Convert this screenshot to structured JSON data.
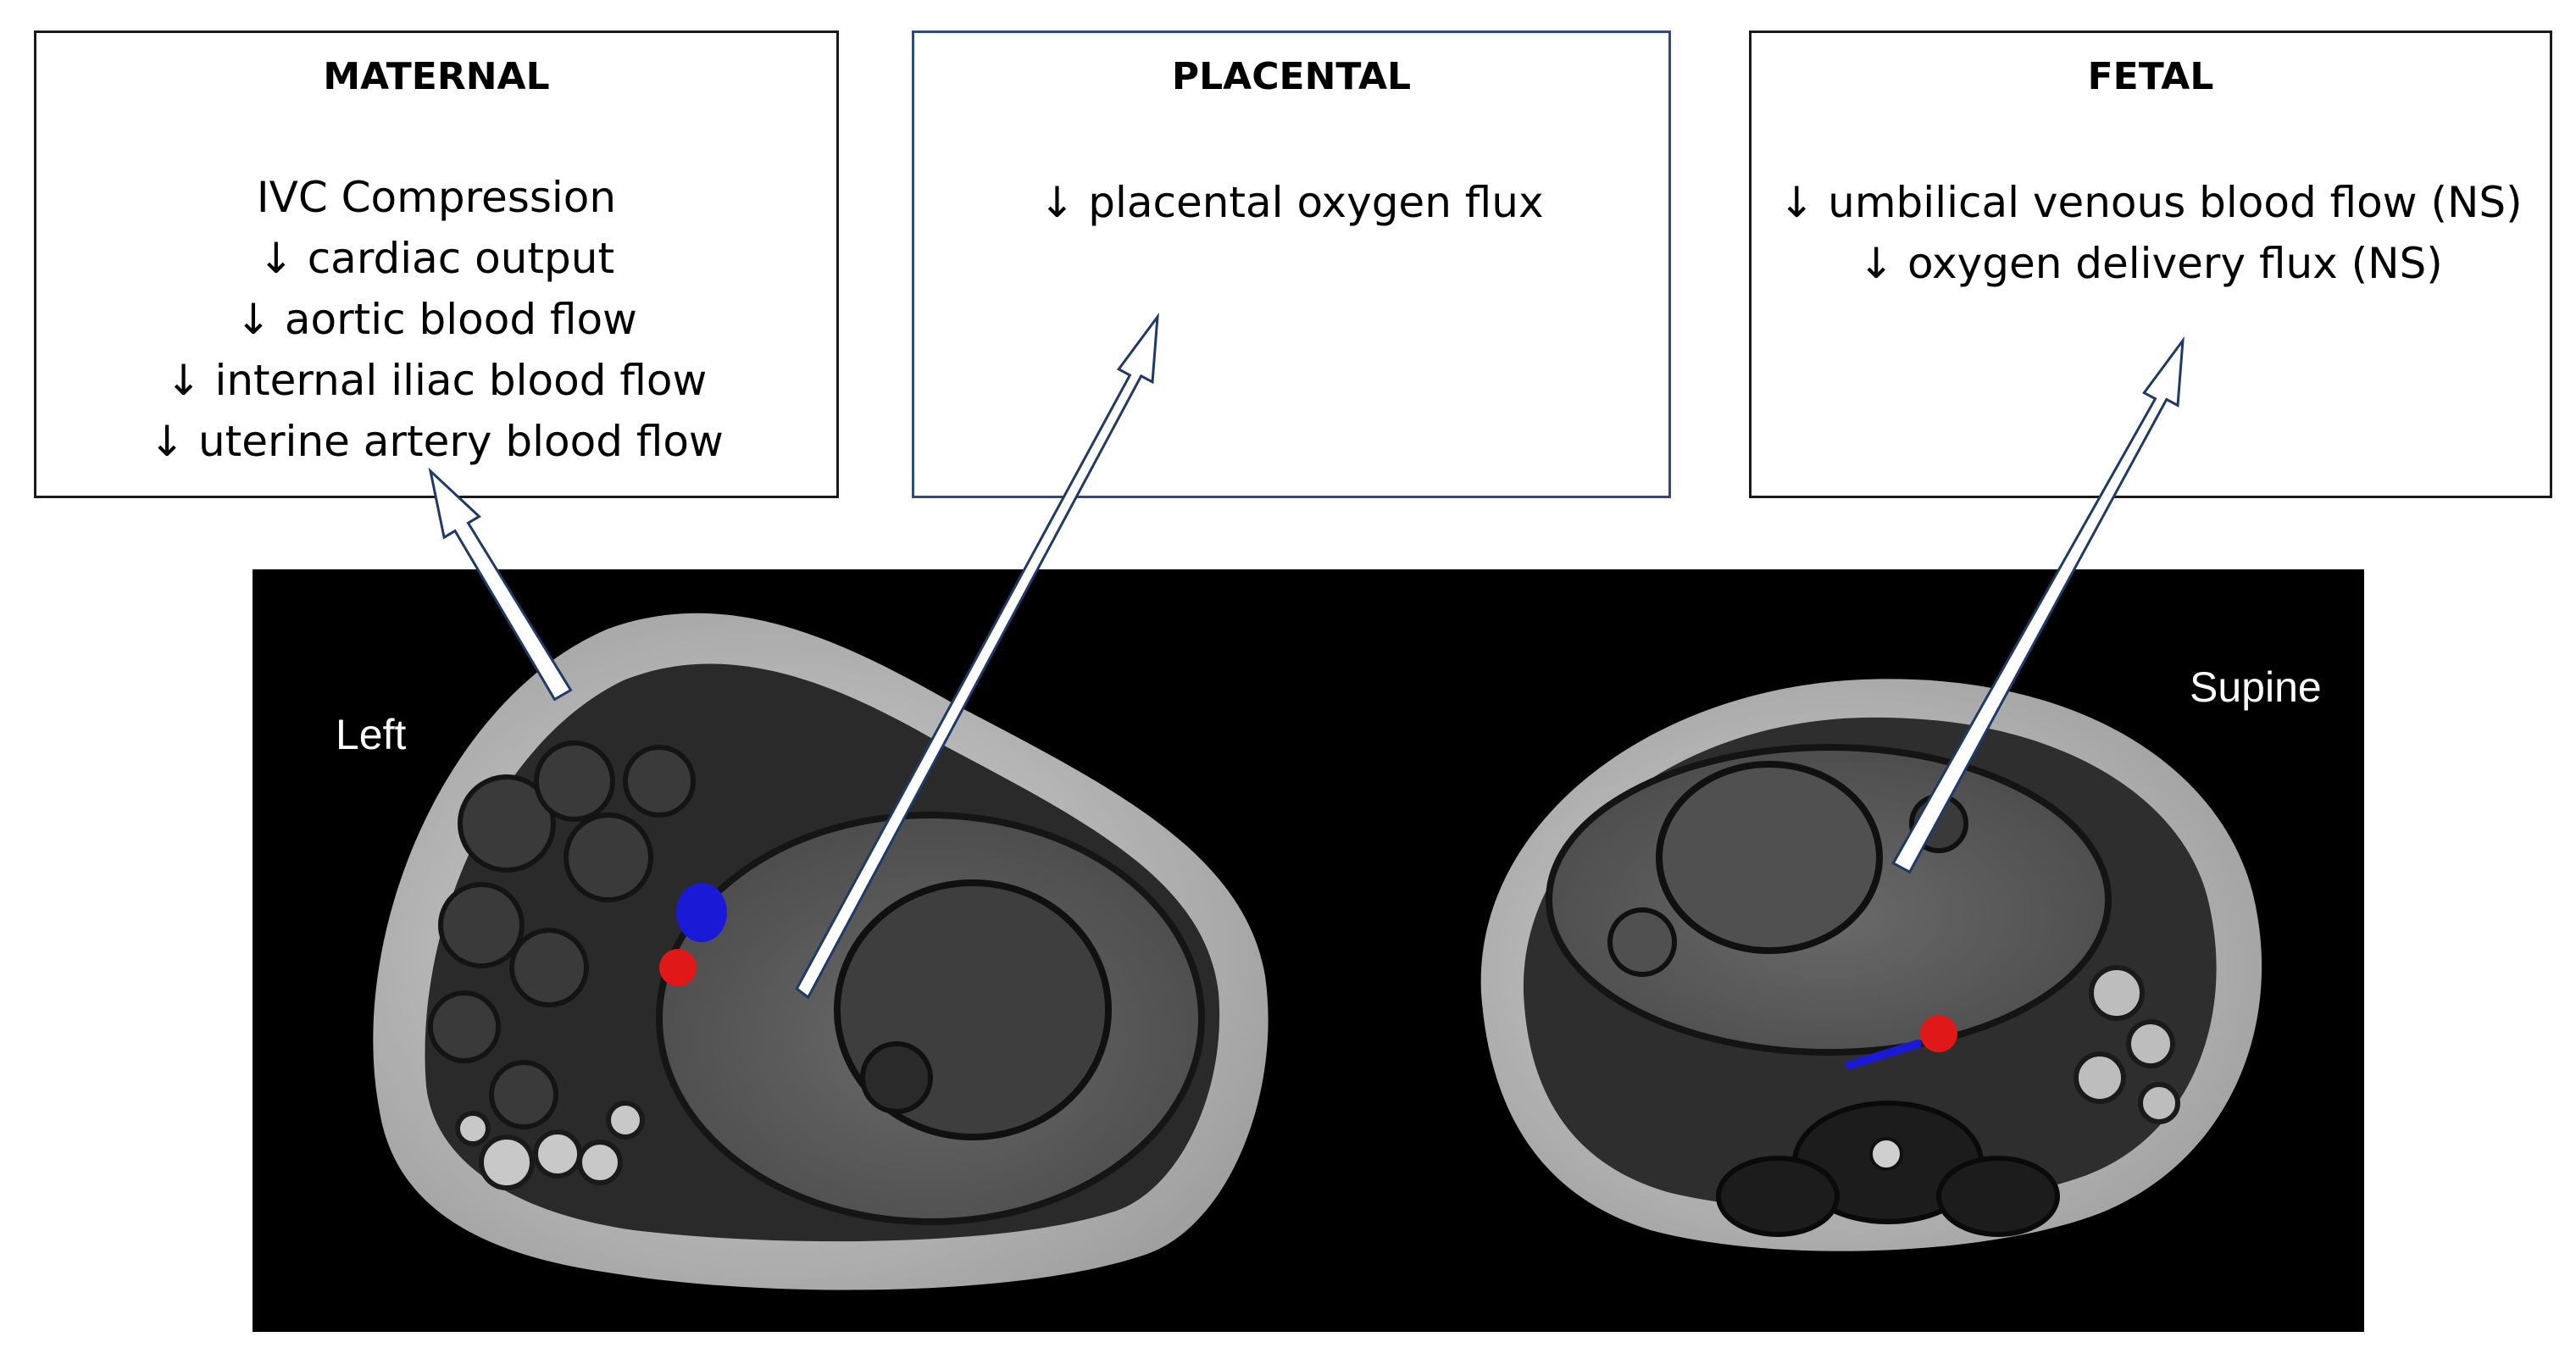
{
  "boxes": {
    "maternal": {
      "title": "MATERNAL",
      "lines": [
        "IVC Compression",
        "↓ cardiac output",
        "↓ aortic blood flow",
        "↓ internal iliac blood flow",
        "↓ uterine artery blood flow"
      ]
    },
    "placental": {
      "title": "PLACENTAL",
      "lines": [
        "↓ placental oxygen flux"
      ]
    },
    "fetal": {
      "title": "FETAL",
      "lines": [
        "↓ umbilical venous blood flow (NS)",
        "↓ oxygen delivery flux (NS)"
      ]
    }
  },
  "mri": {
    "left_label": "Left",
    "supine_label": "Supine"
  },
  "colors": {
    "ivc": "#1a1ad6",
    "aorta": "#e01818",
    "arrow_fill": "#ffffff",
    "arrow_stroke": "#1f3a66",
    "panel_bg": "#000000"
  }
}
